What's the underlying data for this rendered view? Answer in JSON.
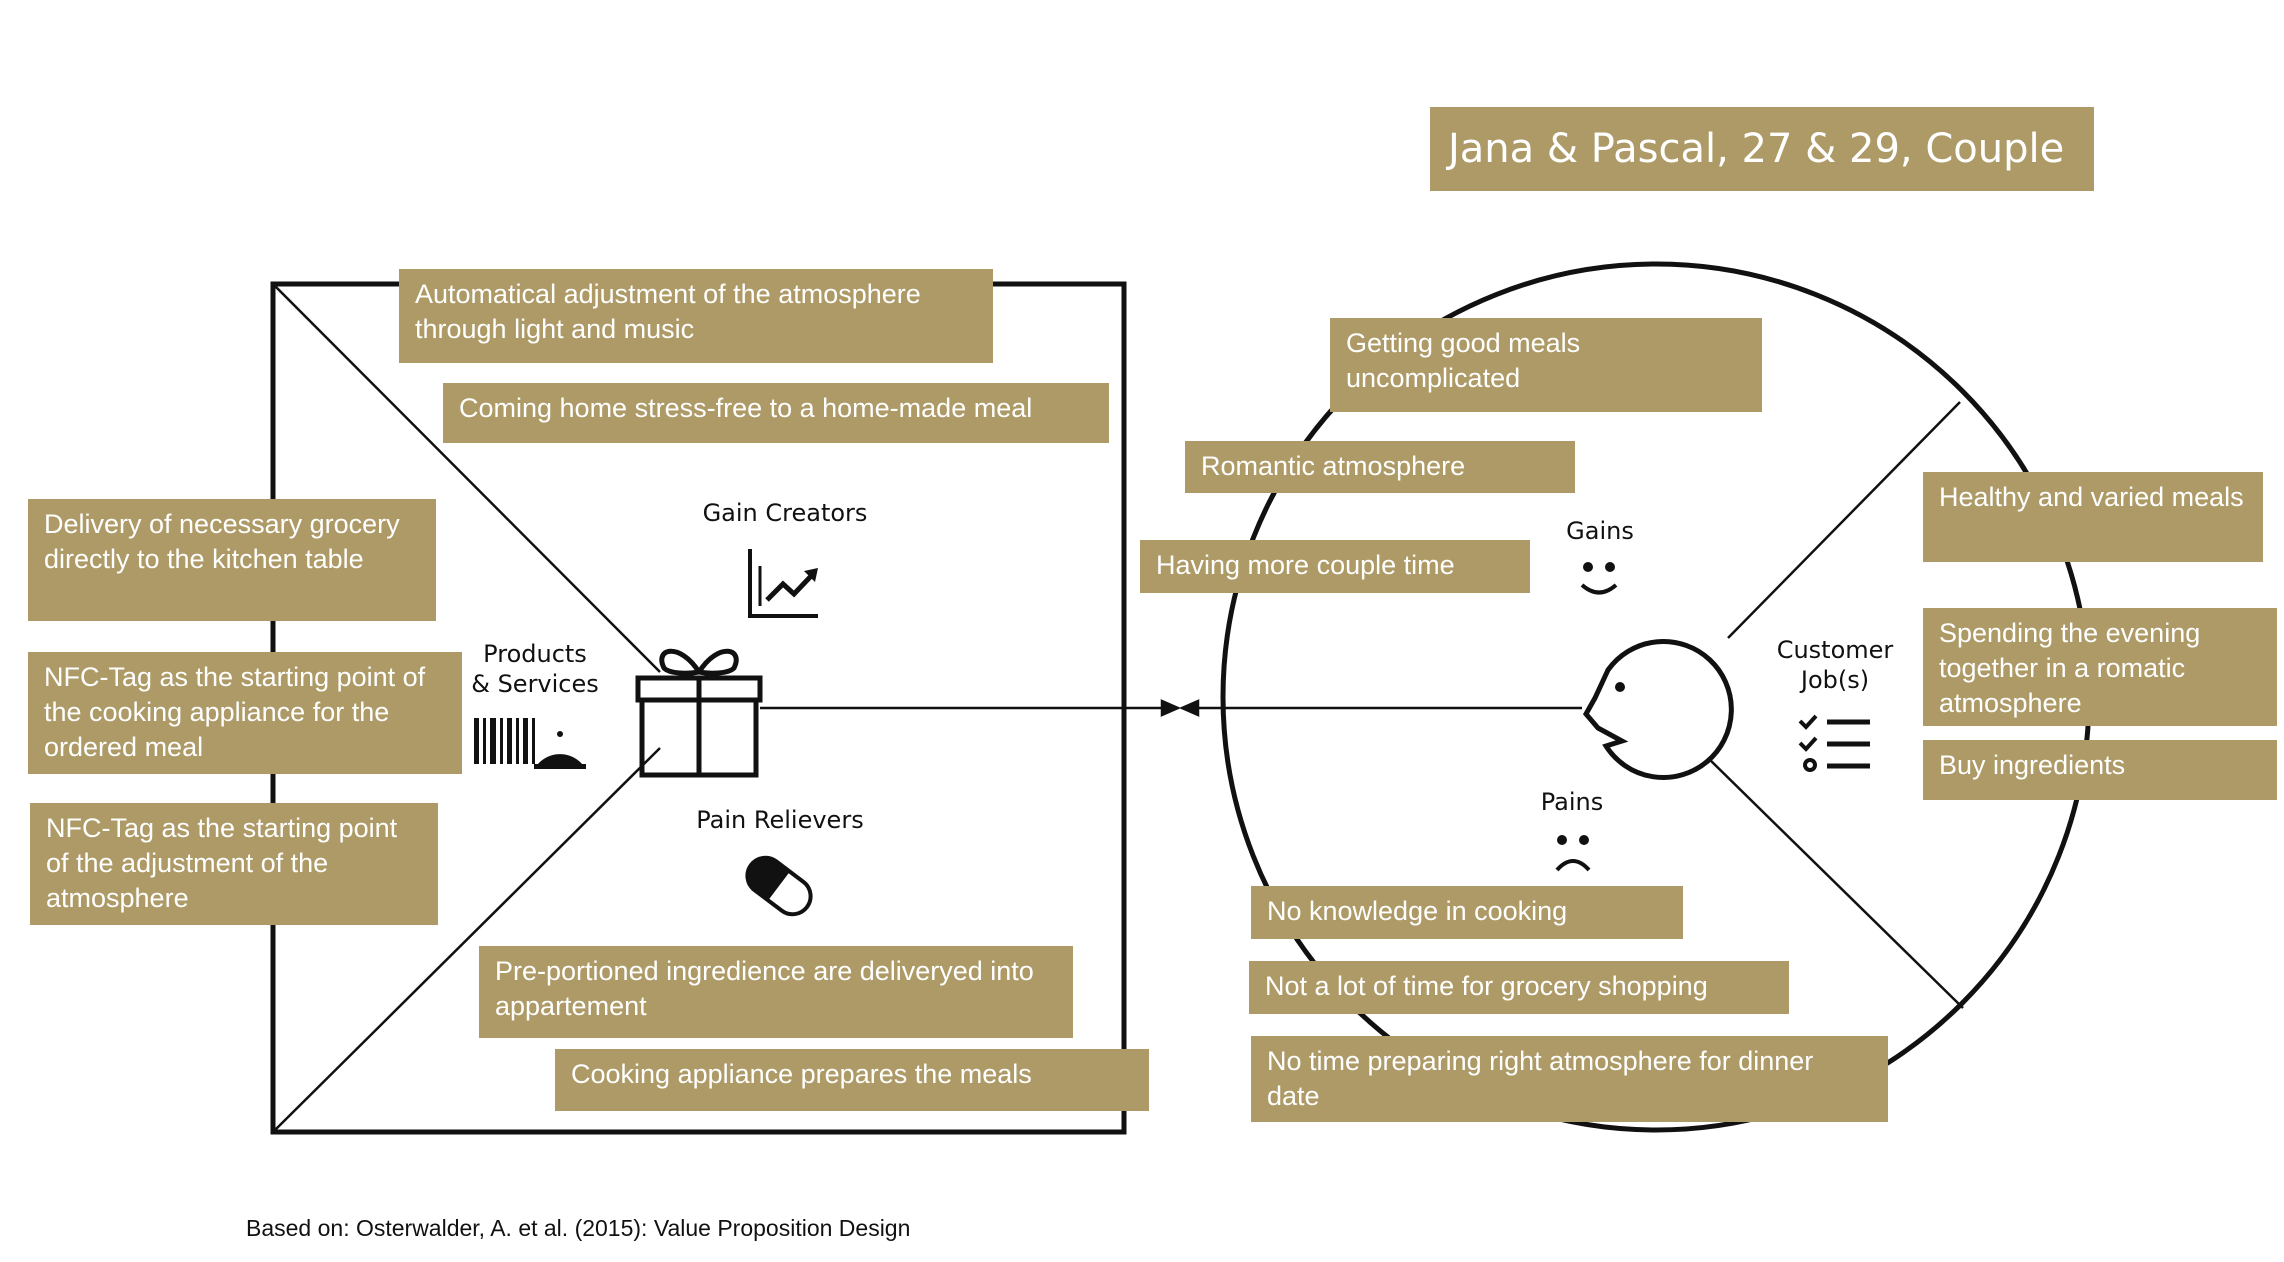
{
  "persona": "Jana & Pascal, 27 & 29, Couple",
  "source": "Based on: Osterwalder, A. et al. (2015): Value Proposition Design",
  "colors": {
    "note_bg": "#ad9a66",
    "note_text": "#ffffff",
    "line": "#111111"
  },
  "value_map": {
    "labels": {
      "gain_creators": "Gain Creators",
      "products_services": "Products\n& Services",
      "pain_relievers": "Pain Relievers"
    },
    "icons": {
      "gain_creators": "chart-trend-icon",
      "products_services": "gift-icon",
      "products_services_extra": "barcode-cloche-icon",
      "pain_relievers": "pill-icon"
    },
    "gain_creators": [
      "Automatical adjustment of the atmosphere through light and music",
      "Coming home stress-free to a home-made meal"
    ],
    "products_services": [
      "Delivery of necessary grocery directly to the kitchen table",
      "NFC-Tag as the starting point of the cooking appliance for the ordered meal",
      "NFC-Tag as the starting point of the adjustment of the atmosphere"
    ],
    "pain_relievers": [
      "Pre-portioned ingredience are deliveryed into appartement",
      "Cooking appliance prepares the meals"
    ]
  },
  "customer_profile": {
    "labels": {
      "gains": "Gains",
      "pains": "Pains",
      "customer_jobs": "Customer\nJob(s)"
    },
    "icons": {
      "gains": "smiley-icon",
      "pains": "frown-icon",
      "customer_jobs": "checklist-icon",
      "customer": "face-profile-icon"
    },
    "gains": [
      "Getting good meals uncomplicated",
      "Romantic atmosphere",
      "Having more couple time"
    ],
    "customer_jobs": [
      "Healthy and varied meals",
      "Spending the evening together in a romatic atmosphere",
      "Buy ingredients"
    ],
    "pains": [
      "No knowledge in cooking",
      "Not a lot of time for grocery shopping",
      "No time preparing right atmosphere for dinner date"
    ]
  }
}
